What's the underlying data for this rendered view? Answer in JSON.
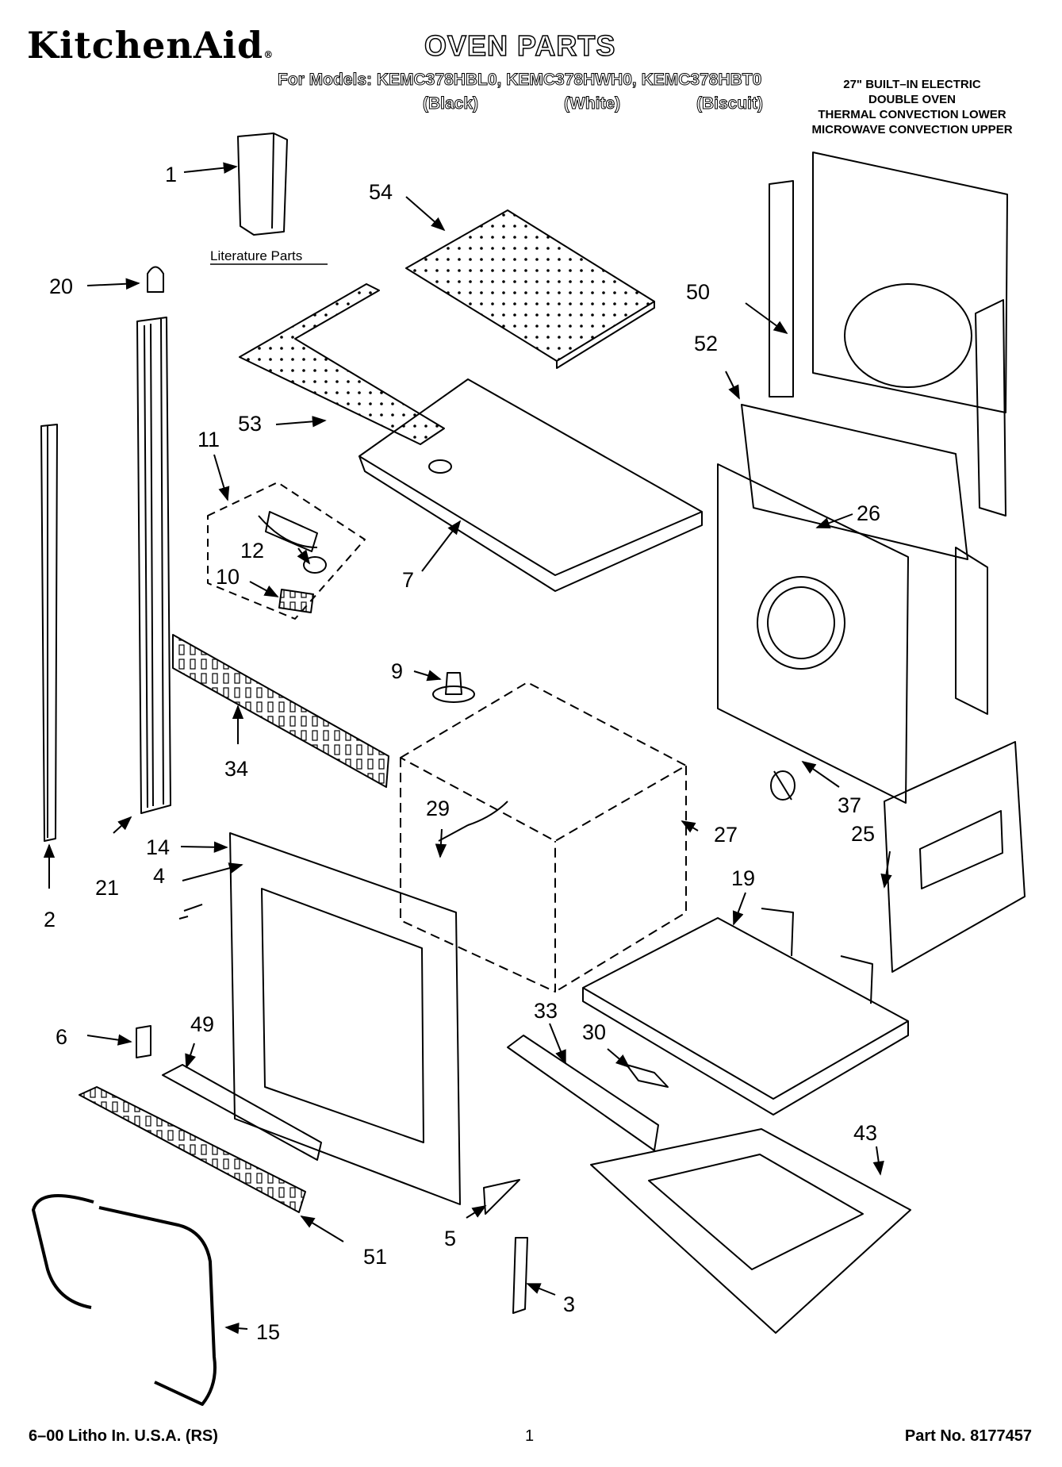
{
  "header": {
    "brand": "KitchenAid",
    "brand_mark": "®",
    "title": "OVEN PARTS",
    "models_line": "For Models: KEMC378HBL0, KEMC378HWH0, KEMC378HBT0",
    "variants": [
      "(Black)",
      "(White)",
      "(Biscuit)"
    ],
    "description": [
      "27\" BUILT–IN ELECTRIC",
      "DOUBLE OVEN",
      "THERMAL CONVECTION LOWER",
      "MICROWAVE CONVECTION UPPER"
    ]
  },
  "diagram": {
    "literature_label": "Literature Parts",
    "callouts": {
      "c1": "1",
      "c2": "2",
      "c3": "3",
      "c4": "4",
      "c5": "5",
      "c6": "6",
      "c7": "7",
      "c9": "9",
      "c10": "10",
      "c11": "11",
      "c12": "12",
      "c14": "14",
      "c15": "15",
      "c19": "19",
      "c20": "20",
      "c21": "21",
      "c25": "25",
      "c26": "26",
      "c27": "27",
      "c29": "29",
      "c30": "30",
      "c33": "33",
      "c34": "34",
      "c37": "37",
      "c43": "43",
      "c49": "49",
      "c50": "50",
      "c51": "51",
      "c52": "52",
      "c53": "53",
      "c54": "54"
    }
  },
  "footer": {
    "left": "6–00 Litho In. U.S.A. (RS)",
    "center": "1",
    "right": "Part No. 8177457"
  }
}
